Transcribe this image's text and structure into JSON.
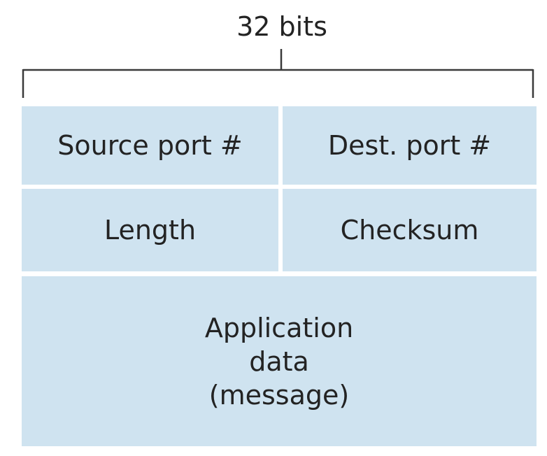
{
  "header": {
    "width_label": "32 bits"
  },
  "segment": {
    "row1": {
      "source_port": "Source port #",
      "dest_port": "Dest. port #"
    },
    "row2": {
      "length": "Length",
      "checksum": "Checksum"
    },
    "payload": {
      "lines": [
        "Application",
        "data",
        "(message)"
      ]
    }
  },
  "colors": {
    "field_fill": "#cfe3f0",
    "bracket_stroke": "#3a3a3a"
  }
}
